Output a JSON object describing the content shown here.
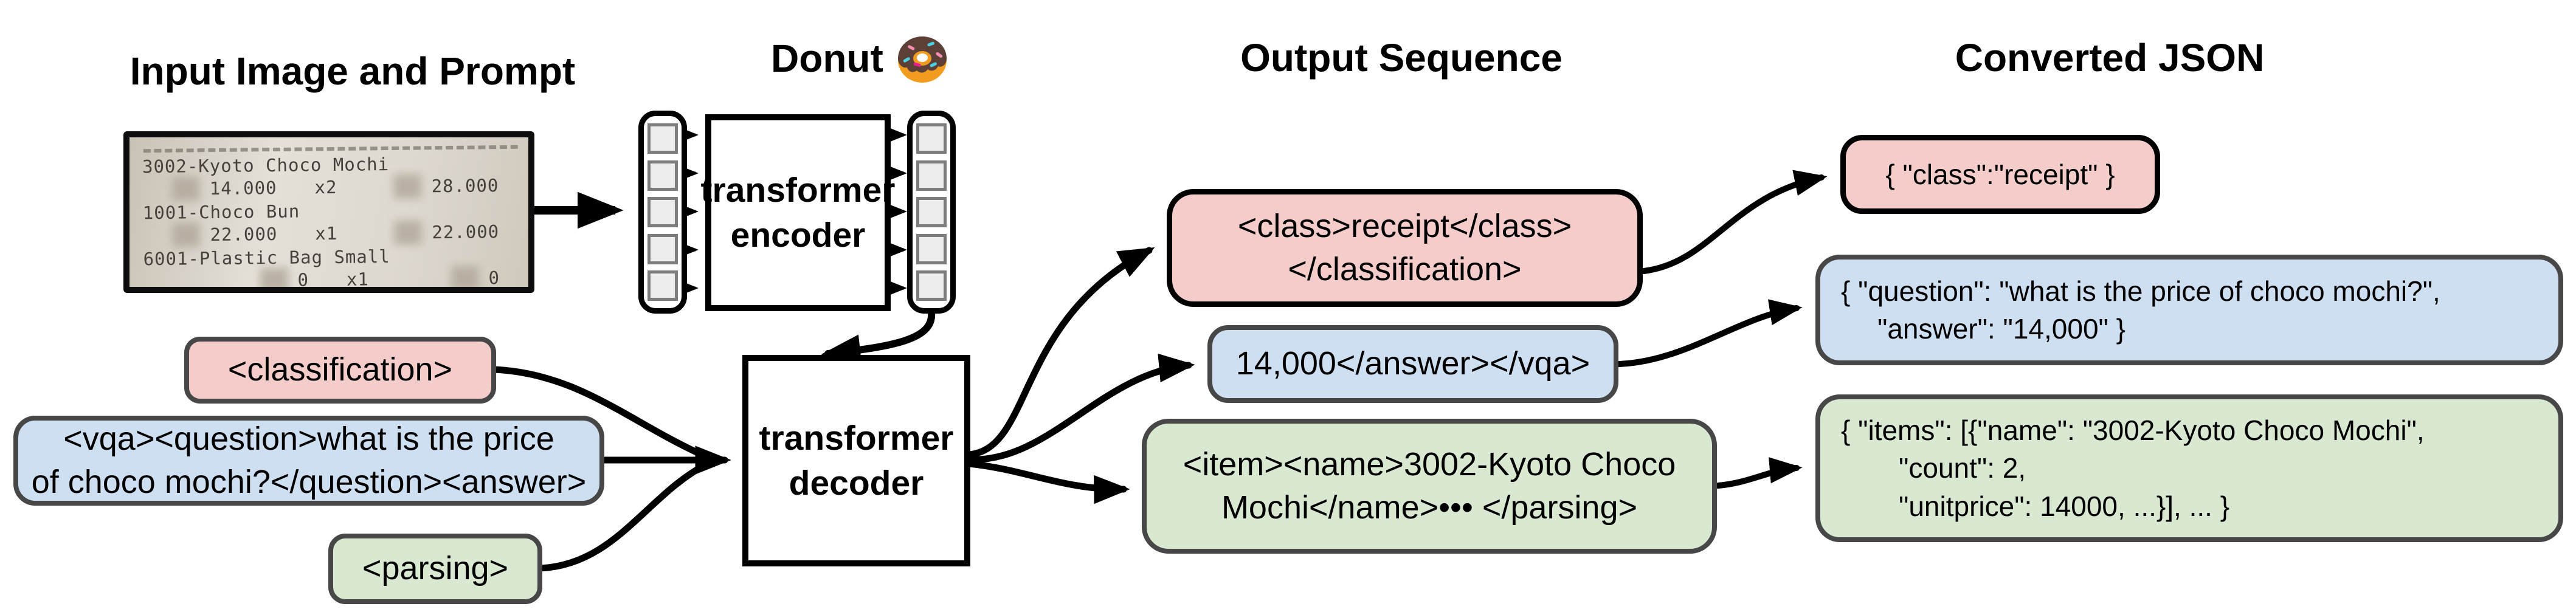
{
  "headings": {
    "input": "Input Image and Prompt",
    "model": "Donut",
    "model_emoji": "donut",
    "output": "Output Sequence",
    "json": "Converted JSON"
  },
  "receipt": {
    "item1_name": "3002-Kyoto Choco Mochi",
    "item1_unit": "14.000",
    "item1_qty": "x2",
    "item1_total": "28.000",
    "item2_name": "1001-Choco Bun",
    "item2_unit": "22.000",
    "item2_qty": "x1",
    "item2_total": "22.000",
    "item3_name": "6001-Plastic Bag Small",
    "item3_unit": "0",
    "item3_qty": "x1",
    "item3_total": "0"
  },
  "encoder": {
    "line1": "transformer",
    "line2": "encoder"
  },
  "decoder": {
    "line1": "transformer",
    "line2": "decoder"
  },
  "prompts": {
    "classification": "<classification>",
    "vqa_line1": "<vqa><question>what is the price",
    "vqa_line2": "of choco mochi?</question><answer>",
    "parsing": "<parsing>"
  },
  "outputs": {
    "classification_line1": "<class>receipt</class>",
    "classification_line2": "</classification>",
    "vqa": "14,000</answer></vqa>",
    "parsing_line1": "<item><name>3002-Kyoto Choco",
    "parsing_line2": "Mochi</name>••• </parsing>"
  },
  "json_outputs": {
    "classification": "{ \"class\":\"receipt\" }",
    "vqa_line1": "{ \"question\": \"what is the price of choco mochi?\",",
    "vqa_line2": "\"answer\": \"14,000\" }",
    "parsing_line1": "{ \"items\": [{\"name\": \"3002-Kyoto Choco Mochi\",",
    "parsing_line2": "\"count\": 2,",
    "parsing_line3": "\"unitprice\": 14000, ...}], ... }"
  },
  "colors": {
    "pink": "#f4cdca",
    "blue": "#cfdff2",
    "green": "#d8e8d1",
    "box_border_gray": "#474747",
    "black": "#000000"
  }
}
